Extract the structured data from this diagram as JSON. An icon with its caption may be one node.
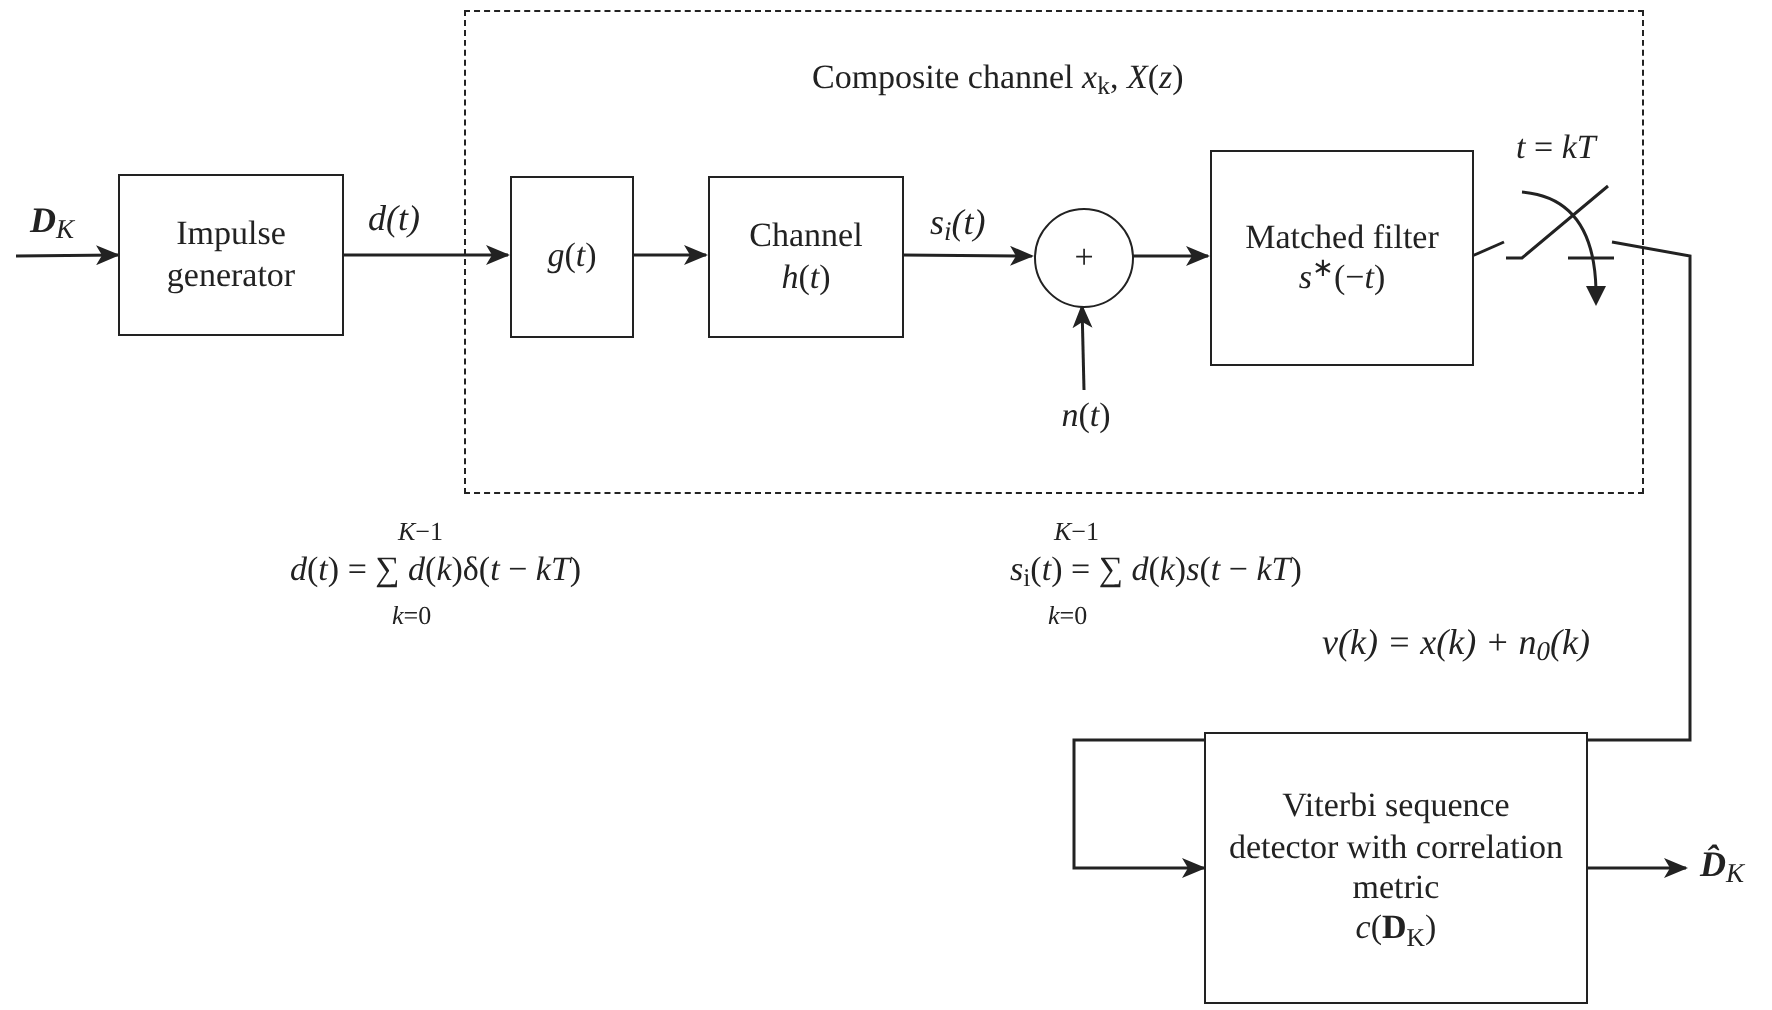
{
  "diagram": {
    "nodes": [
      {
        "text": [
          "Composite channel *x*$_{k}$, *X*(*z*)"
        ]
      },
      {
        "text": [
          "Impulse generator"
        ]
      },
      {
        "text": [
          "*g*(*t*)"
        ],
        "in": 0
      },
      {
        "text": [
          "Channel",
          "*h*(*t*)"
        ],
        "in": 0
      },
      {
        "text": [
          "+"
        ],
        "in": 0
      },
      {
        "text": [
          "*n*(*t*)"
        ],
        "in": 0
      },
      {
        "text": [
          "Matched filter",
          "*s*$^{∗}$(−*t*)"
        ],
        "in": 0
      },
      {
        "text": [],
        "shape": "switch",
        "beside": [
          "*t* = *kT*"
        ],
        "in": 0
      },
      {
        "text": [
          "Viterbi sequence detector with correlation metric",
          "*c*(**D**$_{K}$)"
        ]
      }
    ],
    "edges": [
      {
        "from": null,
        "to": 1,
        "arrow": "to",
        "label": "**D**$_{K}$"
      },
      {
        "from": 1,
        "to": 2,
        "arrow": "to",
        "label": "d(t)"
      },
      {
        "from": 2,
        "to": 3,
        "arrow": "to"
      },
      {
        "from": 3,
        "to": 4,
        "arrow": "to",
        "label": "s$_{i}$(t)"
      },
      {
        "from": 5,
        "to": 4,
        "arrow": "to"
      },
      {
        "from": 4,
        "to": 6,
        "arrow": "to"
      },
      {
        "from": 6,
        "to": 7,
        "arrow": "none"
      },
      {
        "from": 7,
        "to": 8,
        "arrow": "to",
        "label": "v(k) = x(k) + n$_{0}$(k)"
      },
      {
        "from": 8,
        "to": null,
        "arrow": "to",
        "label": "**D̂**$_{K}$"
      }
    ],
    "labels": [
      "*K*−1",
      "*d*(*t*) = ∑ *d*(*k*)δ(*t* − *kT*)",
      "*k*=0",
      "*K*−1",
      "*s*$_{i}$(*t*) = ∑ *d*(*k*)*s*(*t* − *kT*)",
      "*k*=0"
    ]
  }
}
